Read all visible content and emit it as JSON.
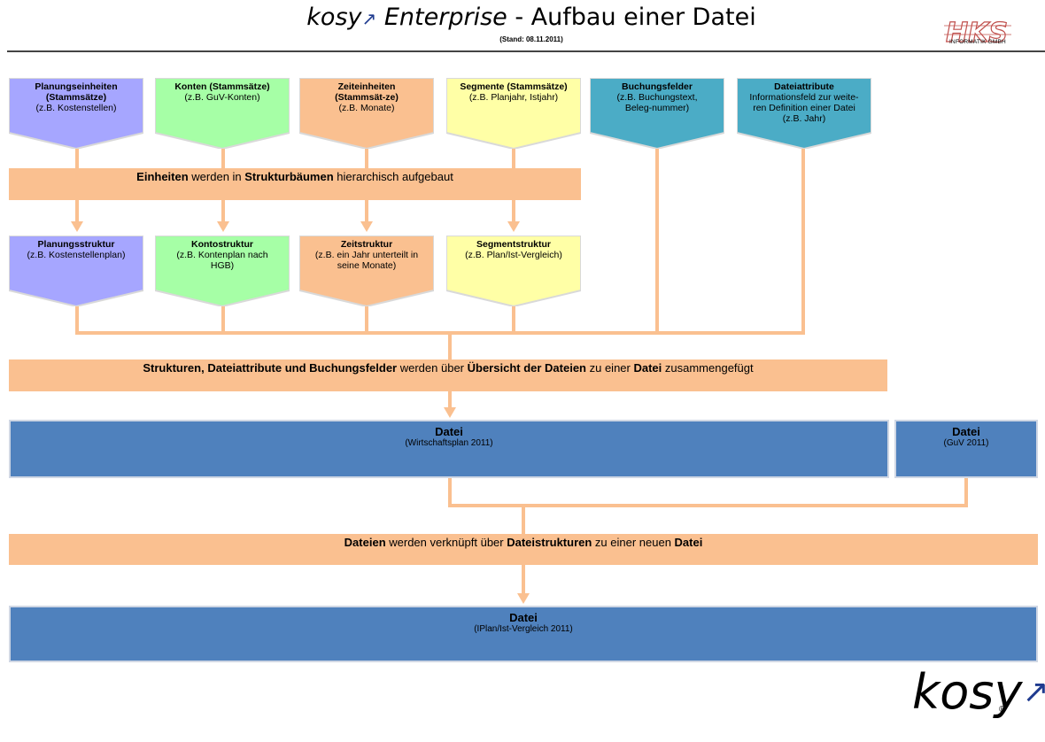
{
  "header": {
    "brand": "kosy",
    "enterprise": "Enterprise",
    "title_rest": "- Aufbau einer Datei",
    "stand": "(Stand: 08.11.2011)",
    "company_sub": "INFORMATIK GMBH"
  },
  "row1": [
    {
      "title": "Planungseinheiten (Stammsätze)",
      "sub": "(z.B. Kostenstellen)",
      "color": "#a6a6ff"
    },
    {
      "title": "Konten (Stammsätze)",
      "sub": "(z.B. GuV-Konten)",
      "color": "#a6ffa6"
    },
    {
      "title": "Zeiteinheiten (Stammsät-ze)",
      "sub": "(z.B. Monate)",
      "color": "#fac090"
    },
    {
      "title": "Segmente (Stammsätze)",
      "sub": "(z.B. Planjahr, Istjahr)",
      "color": "#ffffa6"
    },
    {
      "title": "Buchungsfelder",
      "sub": "(z.B. Buchungstext, Beleg-nummer)",
      "color": "#4bacc6"
    },
    {
      "title": "Dateiattribute",
      "sub": "Informationsfeld zur weite-ren Definition einer Datei (z.B. Jahr)",
      "color": "#4bacc6"
    }
  ],
  "band1": {
    "p1": "Einheiten",
    "p2": " werden in ",
    "p3": "Strukturbäumen",
    "p4": " hierarchisch aufgebaut"
  },
  "row2": [
    {
      "title": "Planungsstruktur",
      "sub": "(z.B. Kostenstellenplan)",
      "color": "#a6a6ff"
    },
    {
      "title": "Kontostruktur",
      "sub": "(z.B. Kontenplan nach HGB)",
      "color": "#a6ffa6"
    },
    {
      "title": "Zeitstruktur",
      "sub": "(z.B. ein Jahr unterteilt in seine Monate)",
      "color": "#fac090"
    },
    {
      "title": "Segmentstruktur",
      "sub": "(z.B. Plan/Ist-Vergleich)",
      "color": "#ffffa6"
    }
  ],
  "band2": {
    "p1": "Strukturen, Dateiattribute und Buchungsfelder",
    "p2": " werden über ",
    "p3": "Übersicht der Dateien",
    "p4": " zu einer ",
    "p5": "Datei",
    "p6": " zusammengefügt"
  },
  "datei1": {
    "title": "Datei",
    "sub": "(Wirtschaftsplan 2011)"
  },
  "datei2": {
    "title": "Datei",
    "sub": "(GuV 2011)"
  },
  "band3": {
    "p1": "Dateien",
    "p2": " werden verknüpft über ",
    "p3": "Dateistrukturen",
    "p4": " zu einer neuen ",
    "p5": "Datei"
  },
  "datei3": {
    "title": "Datei",
    "sub": "(IPlan/Ist-Vergleich 2011)"
  },
  "footer": {
    "brand": "kosy",
    "reg": "®"
  },
  "colors": {
    "connector": "#fac090",
    "band": "#fac090",
    "file": "#4f81bd"
  }
}
